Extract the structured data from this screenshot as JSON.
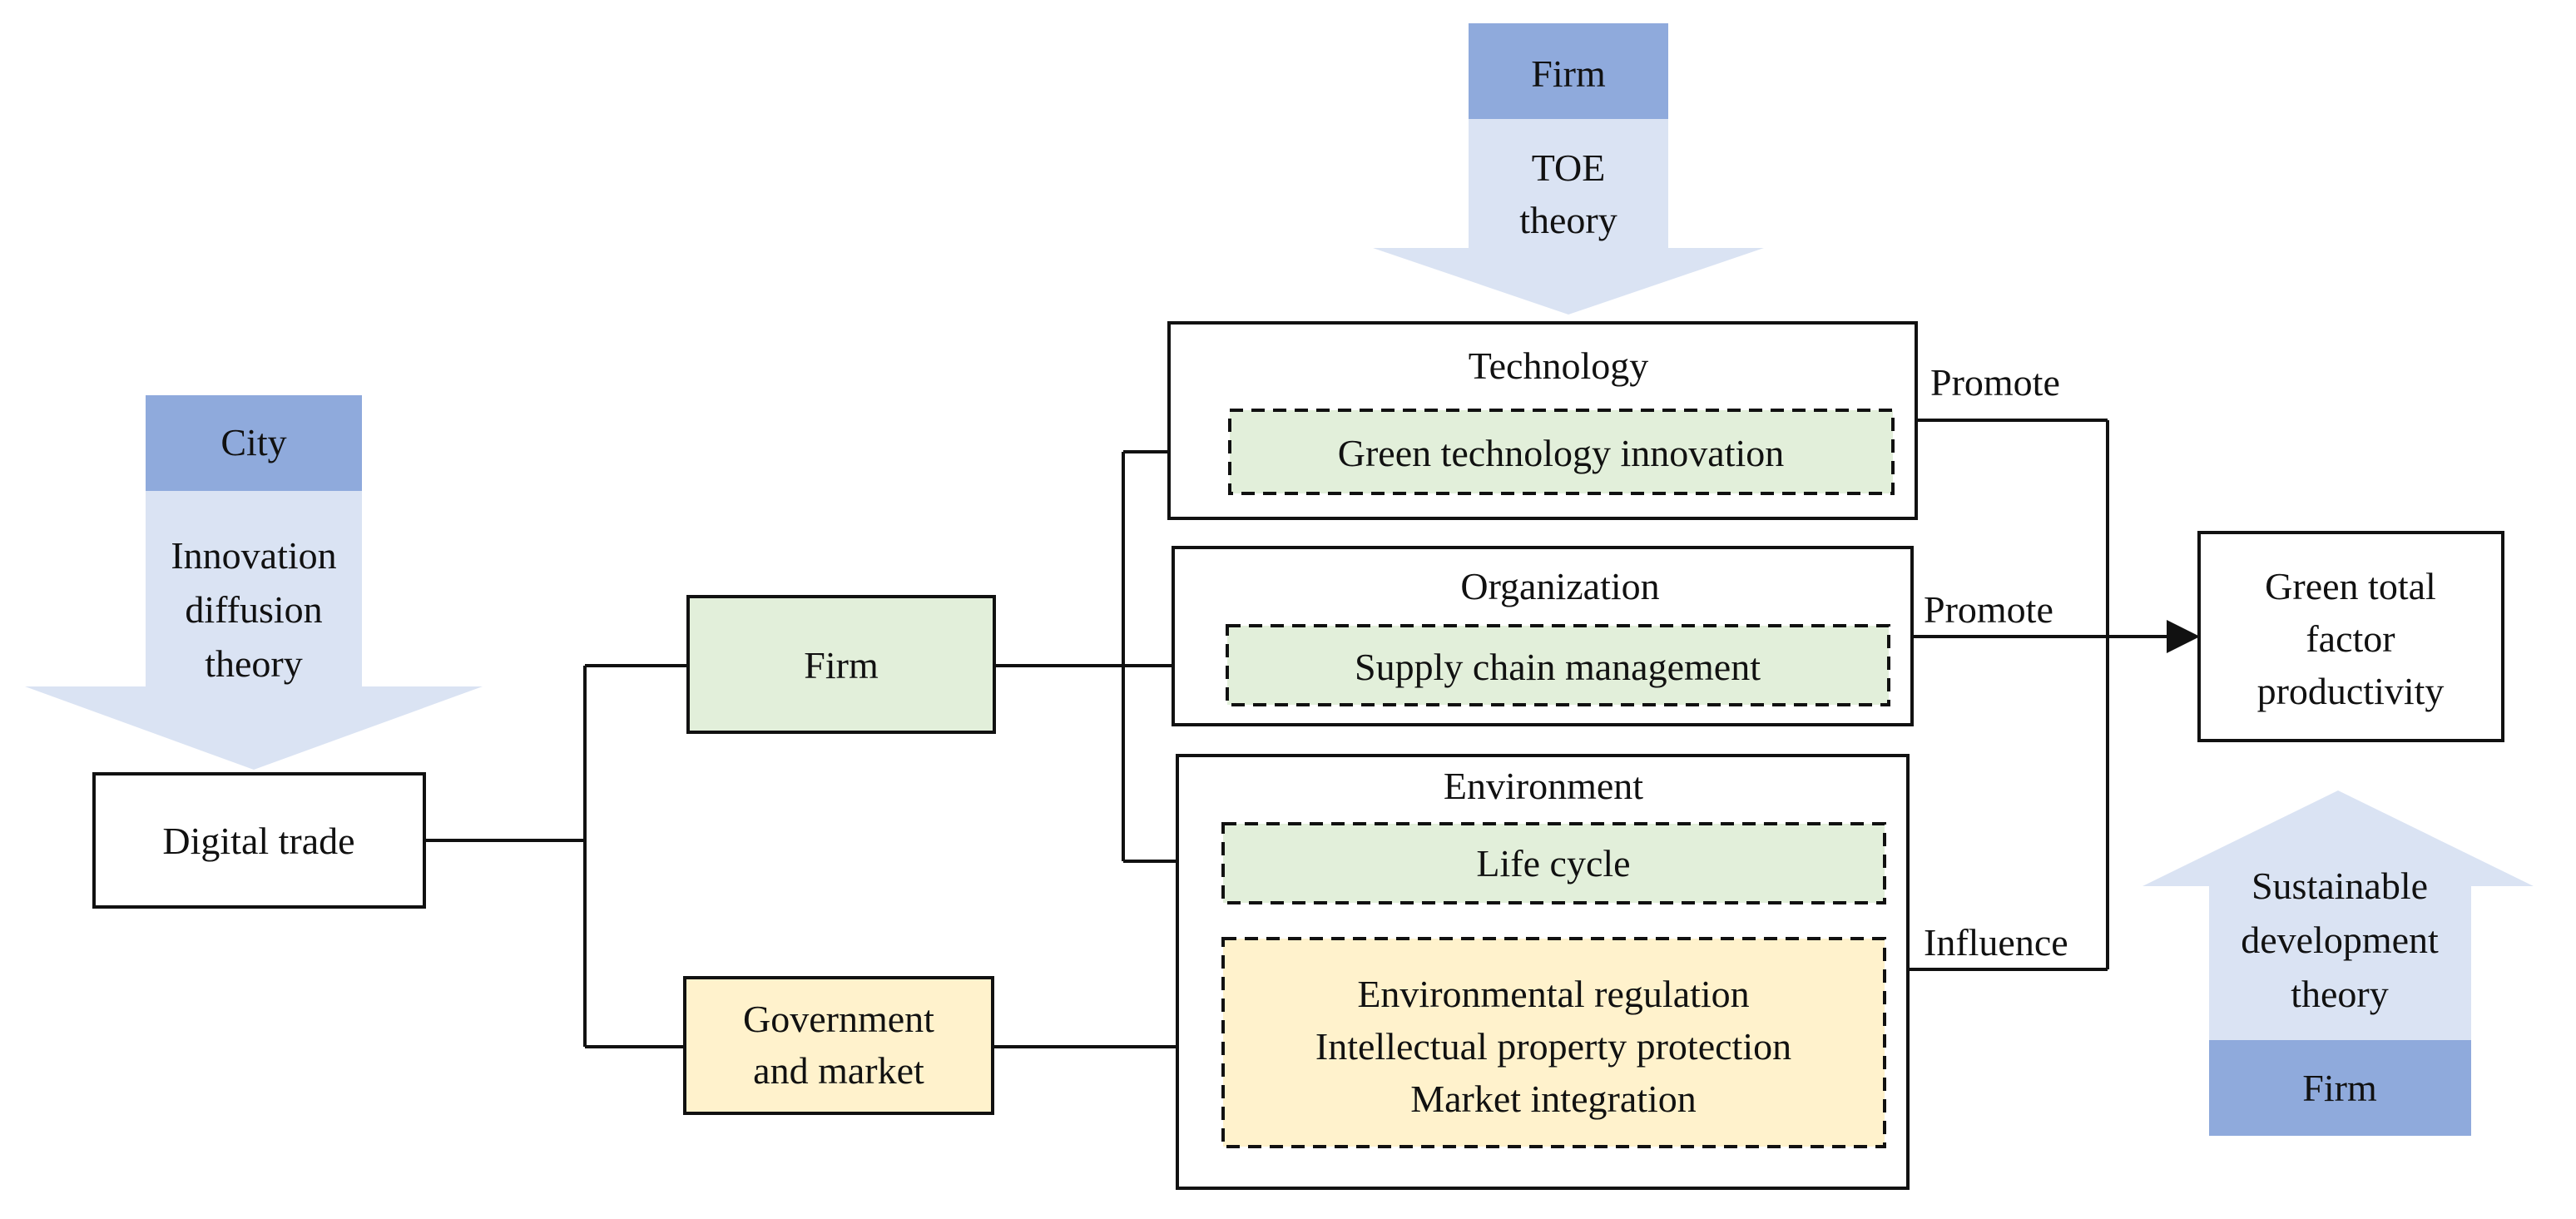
{
  "colors": {
    "tab_blue": "#8faadc",
    "arrow_light": "#dae3f3",
    "green_fill": "#e2efda",
    "yellow_fill": "#fff2cc",
    "line": "#111111"
  },
  "theory_arrows": {
    "city_arrow": {
      "tab": "City",
      "lines": [
        "Innovation",
        "diffusion",
        "theory"
      ]
    },
    "toe_arrow": {
      "tab": "Firm",
      "lines": [
        "TOE",
        "theory"
      ]
    },
    "sustainable_arrow": {
      "tab": "Firm",
      "lines": [
        "Sustainable",
        "development",
        "theory"
      ]
    }
  },
  "nodes": {
    "digital_trade": "Digital trade",
    "firm": "Firm",
    "government_market": [
      "Government",
      "and market"
    ],
    "technology": {
      "title": "Technology",
      "items": [
        "Green technology innovation"
      ]
    },
    "organization": {
      "title": "Organization",
      "items": [
        "Supply  chain management"
      ]
    },
    "environment": {
      "title": "Environment",
      "items": [
        "Life cycle"
      ],
      "regulation_items": [
        "Environmental regulation",
        "Intellectual property protection",
        "Market integration"
      ]
    },
    "outcome": [
      "Green total",
      "factor",
      "productivity"
    ]
  },
  "edge_labels": {
    "promote_top": "Promote",
    "promote_mid": "Promote",
    "influence": "Influence"
  }
}
